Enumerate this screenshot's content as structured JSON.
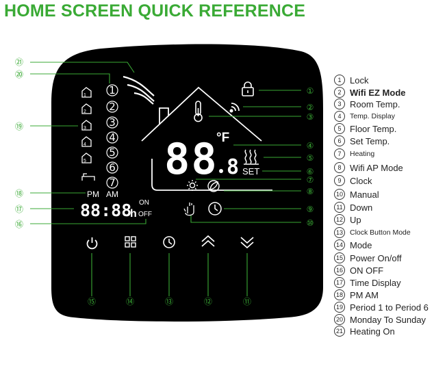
{
  "title": "HOME SCREEN QUICK REFERENCE",
  "colors": {
    "title": "#3aaa35",
    "callout": "#3aaa35",
    "panel": "#000000",
    "lcd": "#ffffff"
  },
  "display": {
    "temp_digits": "88",
    "temp_decimal": "8",
    "temp_unit": "°F",
    "set_label": "SET",
    "time_digits": "88:88",
    "time_unit": "h",
    "pm_label": "PM",
    "am_label": "AM",
    "on_label": "ON",
    "off_label": "OFF",
    "periods": [
      "1",
      "2",
      "3",
      "4",
      "5",
      "6",
      "7"
    ]
  },
  "callouts": [
    "①",
    "②",
    "③",
    "④",
    "⑤",
    "⑥",
    "⑦",
    "⑧",
    "⑨",
    "⑩",
    "⑪",
    "⑫",
    "⑬",
    "⑭",
    "⑮",
    "⑯",
    "⑰",
    "⑱",
    "⑲",
    "⑳",
    "㉑"
  ],
  "legend": [
    {
      "num": "1",
      "label": "Lock"
    },
    {
      "num": "2",
      "label": "Wifi EZ Mode"
    },
    {
      "num": "3",
      "label": "Room Temp."
    },
    {
      "num": "4",
      "label": "Temp. Display"
    },
    {
      "num": "5",
      "label": "Floor Temp."
    },
    {
      "num": "6",
      "label": "Set Temp."
    },
    {
      "num": "7",
      "label": "Heating"
    },
    {
      "num": "8",
      "label": "Wifi AP Mode"
    },
    {
      "num": "9",
      "label": "Clock"
    },
    {
      "num": "10",
      "label": "Manual"
    },
    {
      "num": "11",
      "label": "Down"
    },
    {
      "num": "12",
      "label": "Up"
    },
    {
      "num": "13",
      "label": "Clock Button Mode"
    },
    {
      "num": "14",
      "label": "Mode"
    },
    {
      "num": "15",
      "label": "Power On/off"
    },
    {
      "num": "16",
      "label": "ON OFF"
    },
    {
      "num": "17",
      "label": "Time Display"
    },
    {
      "num": "18",
      "label": "PM AM"
    },
    {
      "num": "19",
      "label": "Period 1 to Period 6"
    },
    {
      "num": "20",
      "label": "Monday To Sunday"
    },
    {
      "num": "21",
      "label": "Heating On"
    }
  ],
  "icons": [
    "lock-icon",
    "wifi-icon",
    "thermometer-icon",
    "heating-icon",
    "sun-icon",
    "leaf-icon",
    "clock-icon",
    "hand-icon",
    "power-icon",
    "mode-icon",
    "clock-button-icon",
    "up-icon",
    "down-icon",
    "heating-on-icon",
    "home-icon",
    "person-icon",
    "bed-icon"
  ]
}
